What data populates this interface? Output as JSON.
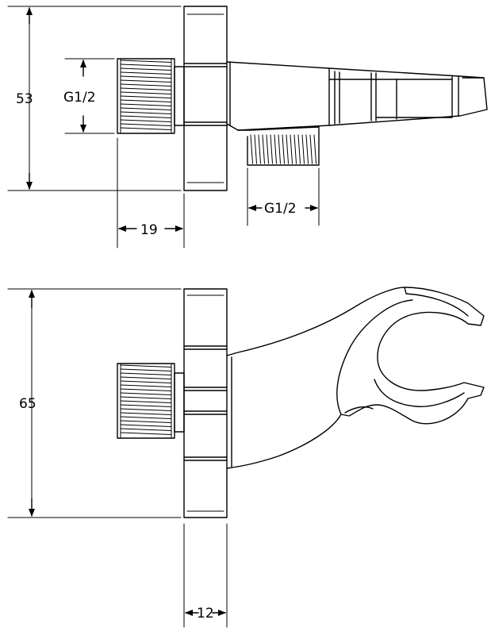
{
  "top_view": {
    "height_dim": "53",
    "thread_left_dim": "G1/2",
    "thread_bottom_dim": "G1/2",
    "thread_length_dim": "19"
  },
  "bottom_view": {
    "height_dim": "65",
    "flange_thickness_dim": "12"
  },
  "colors": {
    "line": "#000000",
    "background": "#ffffff"
  }
}
